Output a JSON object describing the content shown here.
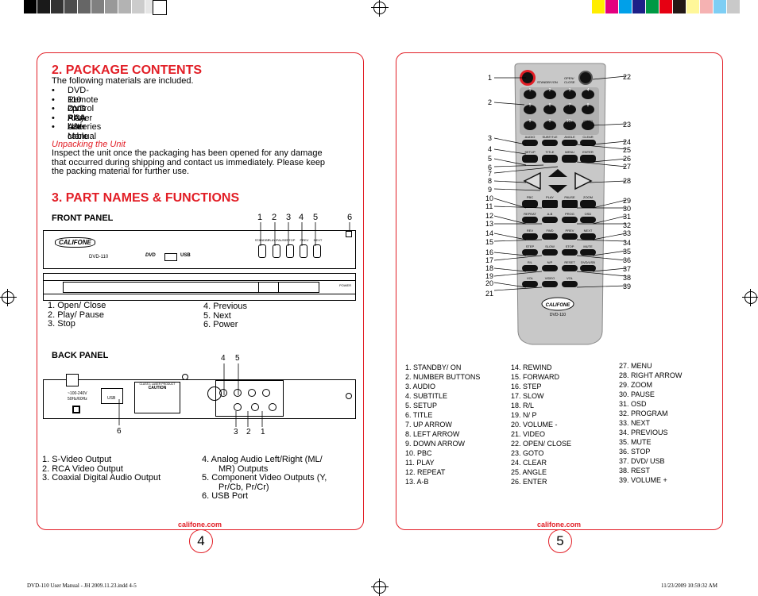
{
  "colors": {
    "accent": "#e21e26",
    "remote_body": "#c8c8c8"
  },
  "left": {
    "package_title": "2. PACKAGE CONTENTS",
    "package_intro": "The following materials are included.",
    "package_items": [
      "DVD-110 DVD Player",
      "Remote control",
      "2pcs AAA batteries",
      "RCA A/V cable",
      "User Manual"
    ],
    "unpack_title": "Unpacking the Unit",
    "unpack_text": [
      "Inspect the unit once the packaging has been opened for any damage",
      "that occurred during shipping and contact us immediately. Please keep",
      "the packing material for further use."
    ],
    "parts_title": "3. PART NAMES & FUNCTIONS",
    "front_label": "FRONT PANEL",
    "front_callouts": [
      "1",
      "2",
      "3",
      "4",
      "5",
      "6"
    ],
    "front_items_left": [
      "1.   Open/ Close",
      "2.   Play/ Pause",
      "3.   Stop"
    ],
    "front_items_right": [
      "4.   Previous",
      "5.   Next",
      "6.   Power"
    ],
    "front_button_labels": [
      "STANDBY",
      "PLAY/PAUSE",
      "STOP",
      "PREV",
      "NEXT"
    ],
    "device_model": "DVD-110",
    "brand": "CALIFONE",
    "power_label": "POWER",
    "back_label": "BACK PANEL",
    "back_callouts_top": [
      "4",
      "5"
    ],
    "back_callouts_bottom": [
      "3",
      "2",
      "1"
    ],
    "back_callout_6": "6",
    "back_items_left": [
      "1.   S-Video Output",
      "2.   RCA Video Output",
      "3.   Coaxial Digital Audio Output"
    ],
    "back_items_right": [
      "4.   Analog Audio Left/Right (ML/",
      "MR) Outputs",
      "5.   Component Video Outputs (Y,",
      "Pr/Cb, Pr/Cr)",
      "6.   USB Port"
    ],
    "back_labels": {
      "voltage": "~100-240V",
      "freq": "50Hz/60Hz",
      "usb": "USB",
      "caution": "CAUTION",
      "laser": "CLASS 1 LASER PRODUCT"
    },
    "footer": "califone.com",
    "page_number": "4"
  },
  "right": {
    "left_callouts": [
      "1",
      "2",
      "3",
      "4",
      "5",
      "6",
      "7",
      "8",
      "9",
      "10",
      "11",
      "12",
      "13",
      "14",
      "15",
      "16",
      "17",
      "18",
      "19",
      "20",
      "21"
    ],
    "right_callouts": [
      "22",
      "23",
      "24",
      "25",
      "26",
      "27",
      "28",
      "29",
      "30",
      "31",
      "32",
      "33",
      "34",
      "35",
      "36",
      "37",
      "38",
      "39"
    ],
    "col1": [
      "1.  STANDBY/ ON",
      "2.  NUMBER BUTTONS",
      "3.  AUDIO",
      "4.  SUBTITLE",
      "5.  SETUP",
      "6.  TITLE",
      "7.  UP ARROW",
      "8.  LEFT ARROW",
      "9.  DOWN ARROW",
      "10.  PBC",
      "11.  PLAY",
      "12.  REPEAT",
      "13.  A-B"
    ],
    "col2": [
      "14.  REWIND",
      "15.  FORWARD",
      "16.  STEP",
      "17.  SLOW",
      "18.  R/L",
      "19.  N/ P",
      "20.  VOLUME -",
      "21.  VIDEO",
      "22. OPEN/ CLOSE",
      "23.  GOTO",
      "24.  CLEAR",
      "25.  ANGLE",
      "26.  ENTER"
    ],
    "col3": [
      "27.  MENU",
      "28.  RIGHT ARROW",
      "29.  ZOOM",
      "30.  PAUSE",
      "31.  OSD",
      "32.  PROGRAM",
      "33.  NEXT",
      "34.  PREVIOUS",
      "35.  MUTE",
      "36.  STOP",
      "37.  DVD/ USB",
      "38.  REST",
      "39.  VOLUME +"
    ],
    "remote_labels": {
      "standby": "STANDBY/ON",
      "open": "OPEN/ CLOSE",
      "nums": [
        "1",
        "2",
        "3",
        "4",
        "5",
        "6",
        "7",
        "8",
        "9",
        "0",
        "10+",
        "GOTO"
      ],
      "row_audio": [
        "AUDIO",
        "SUBTITLE",
        "ANGLE",
        "CLEAR"
      ],
      "row_setup": [
        "SETUP",
        "TITLE",
        "MENU",
        "ENTER"
      ],
      "row_pbc": [
        "PBC",
        "PLAY",
        "PAUSE",
        "ZOOM"
      ],
      "row_repeat": [
        "REPEAT",
        "A-B",
        "PROG",
        "OSD"
      ],
      "row_rev": [
        "REV",
        "FWD",
        "PREV",
        "NEXT"
      ],
      "row_step": [
        "STEP",
        "SLOW",
        "STOP",
        "MUTE"
      ],
      "row_rl": [
        "R/L",
        "N/P",
        "RESET",
        "DVD/USB"
      ],
      "row_vol": [
        "VOL-",
        "VIDEO",
        "VOL+"
      ],
      "model": "DVD-110"
    },
    "footer": "califone.com",
    "page_number": "5"
  },
  "slug": {
    "left": "DVD-110 User Manual - JH 2009.11.23.indd   4-5",
    "right": "11/23/2009   10:59:32 AM"
  }
}
